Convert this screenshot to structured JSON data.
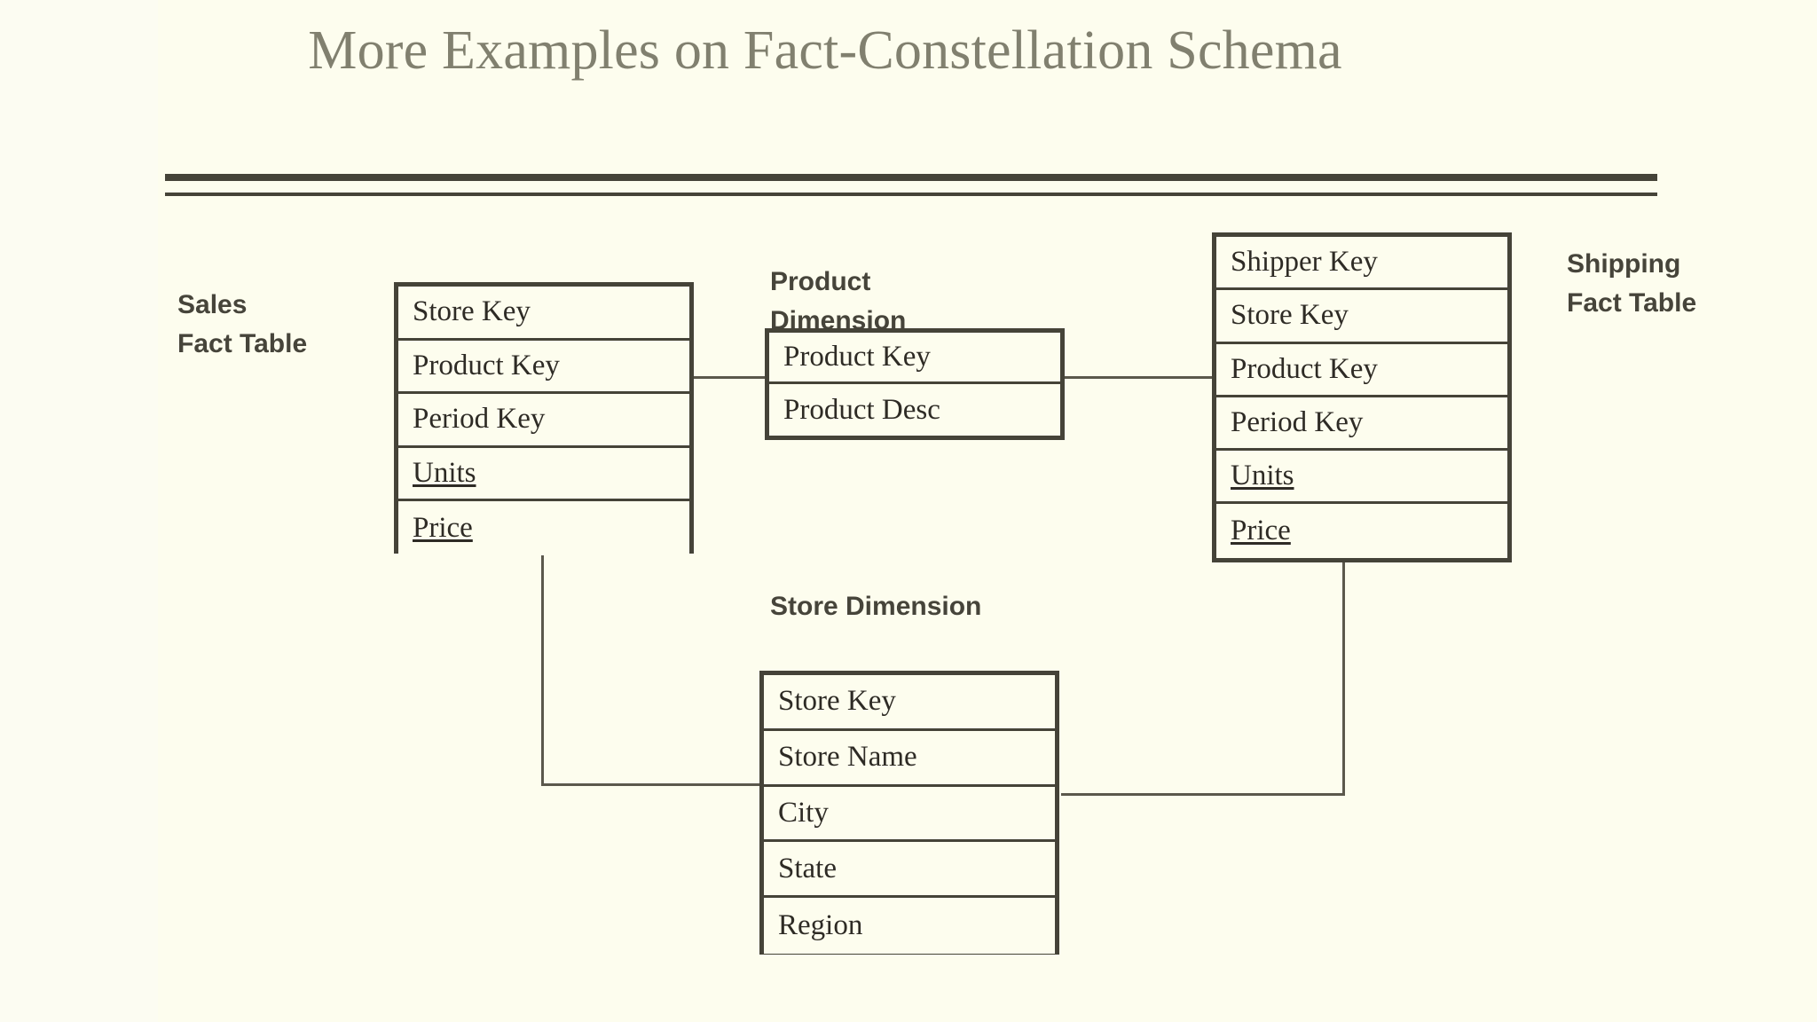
{
  "slide": {
    "title": "More Examples on Fact-Constellation Schema",
    "background_color": "#FDFDEE",
    "title_color": "#81806F",
    "border_color": "#454338",
    "text_color": "#2E2B25",
    "caption_color": "#46443A",
    "connector_color": "#5B584C"
  },
  "captions": {
    "sales": "Sales\nFact Table",
    "product": "Product\nDimension",
    "shipping": "Shipping\nFact Table",
    "store": "Store Dimension"
  },
  "entities": {
    "sales_fact": {
      "name": "Sales Fact Table",
      "rows": [
        {
          "label": "Store Key",
          "underlined": false
        },
        {
          "label": "Product Key",
          "underlined": false
        },
        {
          "label": "Period Key",
          "underlined": false
        },
        {
          "label": "Units",
          "underlined": true
        },
        {
          "label": "Price",
          "underlined": true
        }
      ]
    },
    "product_dimension": {
      "name": "Product Dimension",
      "rows": [
        {
          "label": "Product Key",
          "underlined": false
        },
        {
          "label": "Product Desc",
          "underlined": false
        }
      ]
    },
    "shipping_fact": {
      "name": "Shipping Fact Table",
      "rows": [
        {
          "label": "Shipper Key",
          "underlined": false
        },
        {
          "label": "Store Key",
          "underlined": false
        },
        {
          "label": "Product Key",
          "underlined": false
        },
        {
          "label": "Period Key",
          "underlined": false
        },
        {
          "label": "Units",
          "underlined": true
        },
        {
          "label": "Price",
          "underlined": true
        }
      ]
    },
    "store_dimension": {
      "name": "Store Dimension",
      "rows": [
        {
          "label": "Store Key",
          "underlined": false
        },
        {
          "label": "Store Name",
          "underlined": false
        },
        {
          "label": "City",
          "underlined": false
        },
        {
          "label": "State",
          "underlined": false
        },
        {
          "label": "Region",
          "underlined": false
        }
      ]
    }
  },
  "connectors": [
    {
      "from": "sales_fact",
      "to": "product_dimension"
    },
    {
      "from": "product_dimension",
      "to": "shipping_fact"
    },
    {
      "from": "sales_fact",
      "to": "store_dimension"
    },
    {
      "from": "shipping_fact",
      "to": "store_dimension"
    }
  ]
}
